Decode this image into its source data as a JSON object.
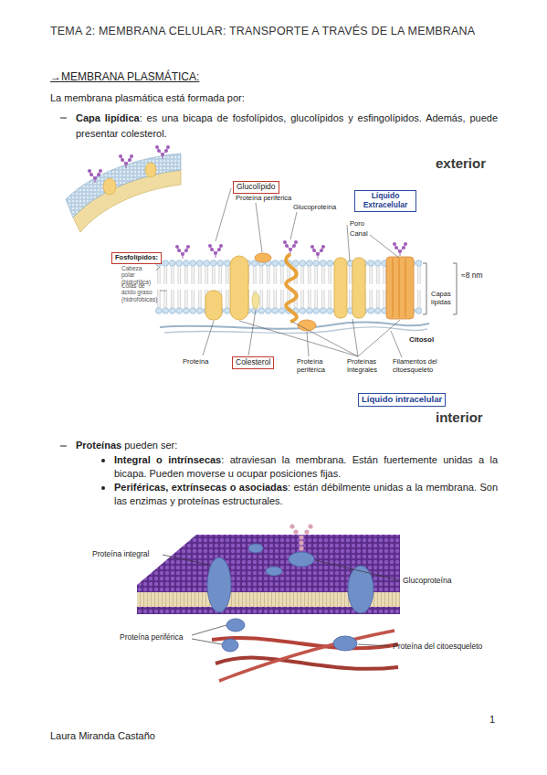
{
  "diagram": {
    "title": "TEMA 2: MEMBRANA CELULAR: TRANSPORTE A TRAVÉS DE LA MEMBRANA",
    "nodes": [
      {
        "text": [
          "Glucolípido"
        ]
      },
      {
        "text": [
          "Líquido Extracelular"
        ]
      },
      {
        "text": [
          "Fosfolípidos:"
        ]
      },
      {
        "text": [
          "Colesterol"
        ]
      },
      {
        "text": [
          "Líquido intracelular"
        ]
      }
    ],
    "labels": [
      "→MEMBRANA PLASMÁTICA:",
      "La membrana plasmática está formada por:",
      "Capa lipídica",
      ": es una bicapa de fosfolípidos, glucolípidos y esfingolípidos. Además, puede presentar colesterol.",
      "exterior",
      "Proteína periférica",
      "Glucoproteína",
      "Poro",
      "Canal",
      "Cabeza polar (hidrofílica)",
      "Colas de ácido graso (hidrofóbicas)",
      "Capas lípidas",
      "≈8 nm",
      "Citosol",
      "Filamentos del citoesqueleto",
      "Proteína",
      "Proteína periférica",
      "Proteínas Integrales",
      "interior",
      "Proteínas",
      " pueden ser:",
      "Integral o intrínsecas",
      ": atraviesan la membrana. Están fuertemente unidas a la bicapa. Pueden moverse u ocupar posiciones fijas.",
      "Periféricas, extrínsecas o asociadas",
      ": están débilmente unidas a la membrana. Son las enzimas y proteínas estructurales.",
      "Proteína integral",
      "Glucoproteína",
      "Proteína periférica",
      "Proteína del citoesqueleto",
      "1",
      "Laura Miranda Castaño"
    ]
  }
}
